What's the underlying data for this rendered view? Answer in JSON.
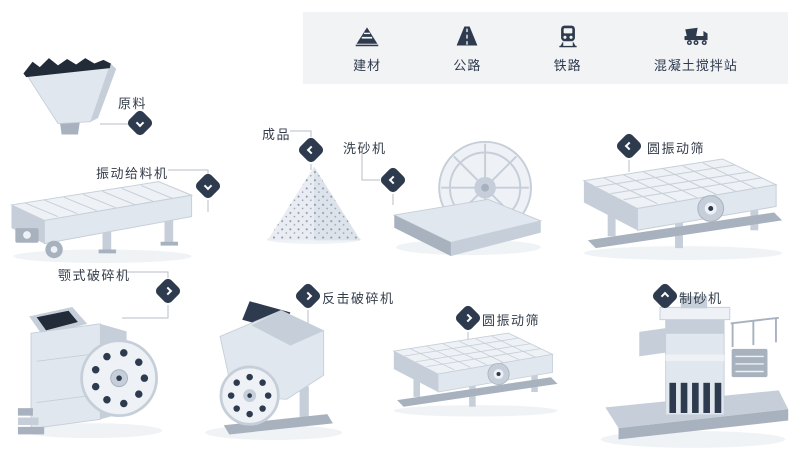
{
  "colors": {
    "dark": "#2e3b4e",
    "ink": "#222b38",
    "light1": "#eef1f5",
    "light2": "#e1e7ee",
    "mid1": "#c6cfd9",
    "mid2": "#a8b2bf",
    "ground": "#f0f3f6",
    "line": "#b7bfc9",
    "header_bg": "#f2f3f5",
    "text": "#333c4a"
  },
  "header": {
    "items": [
      {
        "label": "建材",
        "icon": "building-materials-icon"
      },
      {
        "label": "公路",
        "icon": "highway-icon"
      },
      {
        "label": "铁路",
        "icon": "railway-icon"
      },
      {
        "label": "混凝土搅拌站",
        "icon": "concrete-mixing-station-icon"
      }
    ]
  },
  "nodes": [
    {
      "id": "raw-material",
      "label": "原料",
      "arrow": "down",
      "illustration": "hopper"
    },
    {
      "id": "vibrating-feeder",
      "label": "振动给料机",
      "arrow": "down",
      "illustration": "vibrating-feeder"
    },
    {
      "id": "finished-product",
      "label": "成品",
      "arrow": "left",
      "illustration": "sand-pile"
    },
    {
      "id": "sand-washer",
      "label": "洗砂机",
      "arrow": "left",
      "illustration": "bucket-wheel-washer"
    },
    {
      "id": "circular-vibrating-screen-upper",
      "label": "圆振动筛",
      "arrow": "left",
      "illustration": "vibrating-screen"
    },
    {
      "id": "jaw-crusher",
      "label": "颚式破碎机",
      "arrow": "right",
      "illustration": "jaw-crusher"
    },
    {
      "id": "impact-crusher",
      "label": "反击破碎机",
      "arrow": "right",
      "illustration": "impact-crusher"
    },
    {
      "id": "circular-vibrating-screen-lower",
      "label": "圆振动筛",
      "arrow": "right",
      "illustration": "vibrating-screen"
    },
    {
      "id": "sand-maker",
      "label": "制砂机",
      "arrow": "up",
      "illustration": "vertical-shaft-sand-maker"
    }
  ]
}
